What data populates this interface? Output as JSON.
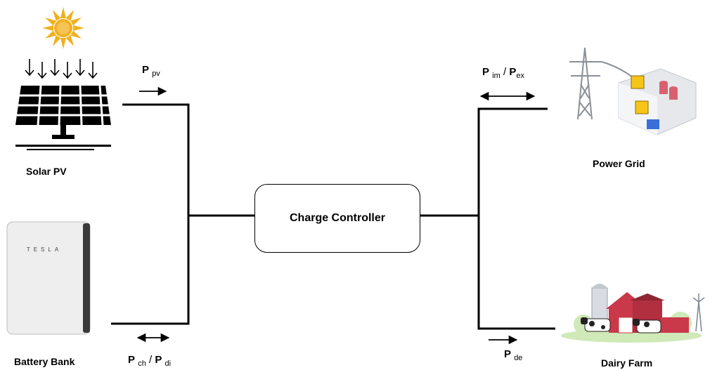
{
  "controller": {
    "label": "Charge Controller"
  },
  "nodes": {
    "solar": {
      "label": "Solar PV",
      "icon": "solar-panel-icon"
    },
    "battery": {
      "label": "Battery Bank",
      "icon": "battery-icon",
      "brand": "TESLA"
    },
    "grid": {
      "label": "Power Grid",
      "icon": "power-grid-icon"
    },
    "farm": {
      "label": "Dairy Farm",
      "icon": "dairy-farm-icon"
    }
  },
  "flows": {
    "pv": {
      "p": "P",
      "sub": "pv"
    },
    "battery": {
      "p1": "P",
      "sub1": "ch",
      "sep": " / ",
      "p2": "P",
      "sub2": "di"
    },
    "grid": {
      "p1": "P",
      "sub1": "im",
      "sep": " / ",
      "p2": "P",
      "sub2": "ex"
    },
    "demand": {
      "p": "P",
      "sub": "de"
    }
  },
  "colors": {
    "line": "#000000",
    "sun": "#f2b01e",
    "barn_red": "#c9394a",
    "grid_yellow": "#f5c518"
  }
}
